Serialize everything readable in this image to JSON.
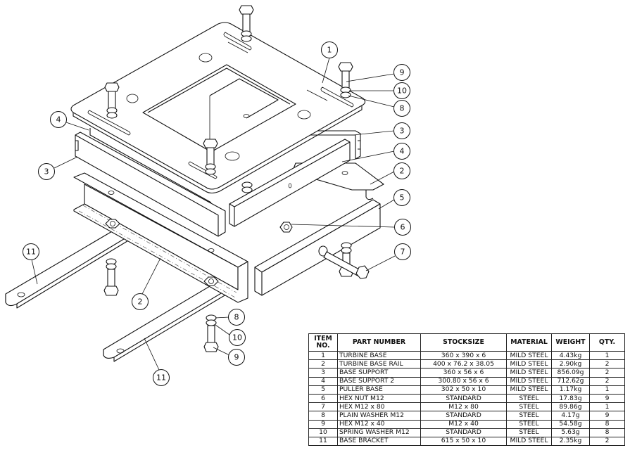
{
  "drawing": {
    "title": "Turbine base assembly – exploded isometric view",
    "balloons": [
      {
        "item": "1",
        "label": "1"
      },
      {
        "item": "9",
        "label": "9"
      },
      {
        "item": "10",
        "label": "10"
      },
      {
        "item": "8",
        "label": "8"
      },
      {
        "item": "4",
        "label": "4"
      },
      {
        "item": "3",
        "label": "3"
      },
      {
        "item": "3",
        "label": "3"
      },
      {
        "item": "4",
        "label": "4"
      },
      {
        "item": "2",
        "label": "2"
      },
      {
        "item": "5",
        "label": "5"
      },
      {
        "item": "6",
        "label": "6"
      },
      {
        "item": "7",
        "label": "7"
      },
      {
        "item": "11",
        "label": "11"
      },
      {
        "item": "2",
        "label": "2"
      },
      {
        "item": "8",
        "label": "8"
      },
      {
        "item": "10",
        "label": "10"
      },
      {
        "item": "9",
        "label": "9"
      },
      {
        "item": "11",
        "label": "11"
      }
    ]
  },
  "bom": {
    "headers": {
      "item_no_line1": "ITEM",
      "item_no_line2": "NO.",
      "part_number": "PART NUMBER",
      "stocksize": "STOCKSIZE",
      "material": "MATERIAL",
      "weight": "WEIGHT",
      "qty": "QTY."
    },
    "rows": [
      {
        "item": "1",
        "part_number": "TURBINE BASE",
        "stocksize": "360 x 390 x 6",
        "material": "MILD STEEL",
        "weight": "4.43kg",
        "qty": "1"
      },
      {
        "item": "2",
        "part_number": "TURBINE BASE RAIL",
        "stocksize": "400 x 76.2 x 38.05",
        "material": "MILD STEEL",
        "weight": "2.90kg",
        "qty": "2"
      },
      {
        "item": "3",
        "part_number": "BASE SUPPORT",
        "stocksize": "360 x 56 x 6",
        "material": "MILD STEEL",
        "weight": "856.09g",
        "qty": "2"
      },
      {
        "item": "4",
        "part_number": "BASE SUPPORT 2",
        "stocksize": "300.80 x 56 x 6",
        "material": "MILD STEEL",
        "weight": "712.62g",
        "qty": "2"
      },
      {
        "item": "5",
        "part_number": "PULLER BASE",
        "stocksize": "302 x 50 x 10",
        "material": "MILD STEEL",
        "weight": "1.17kg",
        "qty": "1"
      },
      {
        "item": "6",
        "part_number": "HEX NUT M12",
        "stocksize": "STANDARD",
        "material": "STEEL",
        "weight": "17.83g",
        "qty": "9"
      },
      {
        "item": "7",
        "part_number": "HEX M12 x 80",
        "stocksize": "M12 x 80",
        "material": "STEEL",
        "weight": "89.86g",
        "qty": "1"
      },
      {
        "item": "8",
        "part_number": "PLAIN WASHER M12",
        "stocksize": "STANDARD",
        "material": "STEEL",
        "weight": "4.17g",
        "qty": "9"
      },
      {
        "item": "9",
        "part_number": "HEX M12 x 40",
        "stocksize": "M12 x 40",
        "material": "STEEL",
        "weight": "54.58g",
        "qty": "8"
      },
      {
        "item": "10",
        "part_number": "SPRING WASHER M12",
        "stocksize": "STANDARD",
        "material": "STEEL",
        "weight": "5.63g",
        "qty": "8"
      },
      {
        "item": "11",
        "part_number": "BASE BRACKET",
        "stocksize": "615 x 50 x 10",
        "material": "MILD STEEL",
        "weight": "2.35kg",
        "qty": "2"
      }
    ]
  }
}
